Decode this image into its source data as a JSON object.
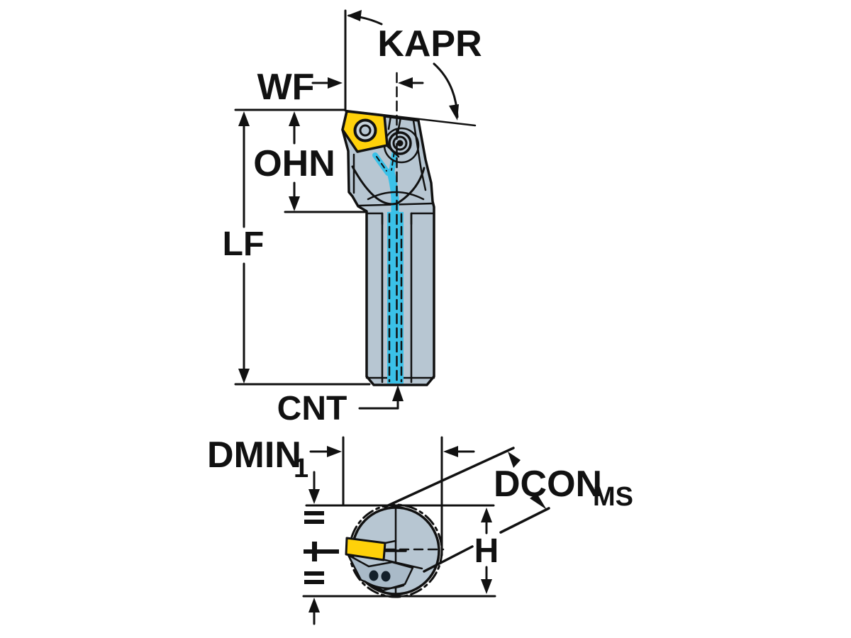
{
  "figure": {
    "kind": "technical dimension drawing of a turning/boring tool holder, side view and shank cross-section view"
  },
  "side_view": {
    "kapr": "KAPR",
    "wf": "WF",
    "ohn": "OHN",
    "lf": "LF",
    "cnt": "CNT"
  },
  "cross_section": {
    "dmin": "DMIN",
    "dmin_sub": "1",
    "dcon": "DCON",
    "dcon_sub": "MS",
    "h": "H"
  },
  "colors": {
    "body": "#b7c6d2",
    "body_shadow": "#a9bac8",
    "body_light": "#c9d5de",
    "coolant_cyan": "#3ac1e8",
    "insert_yellow": "#ffd10a",
    "line_black": "#111111",
    "background": "#ffffff"
  }
}
